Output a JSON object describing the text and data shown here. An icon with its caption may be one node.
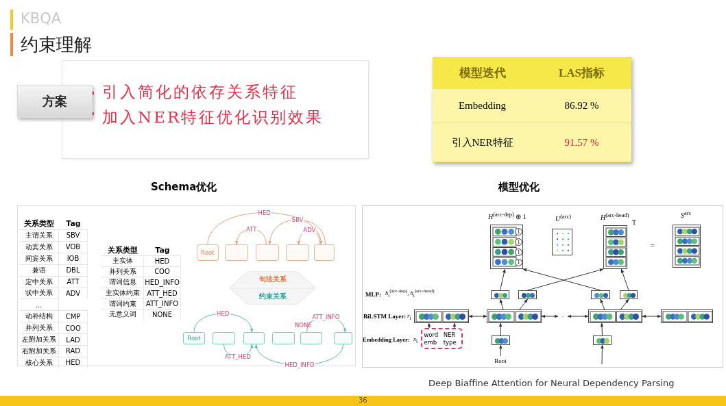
{
  "diagram": {
    "title": "约束理解",
    "nodes": [
      {
        "text": [
          "方案"
        ]
      },
      {
        "text": [
          "引入简化的依存关系特征",
          "加入NER特征优化识别效果"
        ]
      },
      {
        "text": [
          "Root"
        ]
      },
      {
        "text": [],
        "shape": "box"
      },
      {
        "text": [],
        "shape": "box"
      },
      {
        "text": [],
        "shape": "box"
      },
      {
        "text": [],
        "shape": "box"
      },
      {
        "text": [
          "句法关系"
        ]
      },
      {
        "text": [
          "约束关系"
        ]
      },
      {
        "text": [
          "Root"
        ]
      },
      {
        "text": [],
        "shape": "box"
      },
      {
        "text": [],
        "shape": "box"
      },
      {
        "text": [],
        "shape": "box"
      },
      {
        "text": [],
        "shape": "box"
      },
      {
        "text": [],
        "shape": "box"
      },
      {
        "text": [],
        "shape": "box",
        "beside": [
          "*H*$^{(arc-dep)}$ ⊕ 1"
        ]
      },
      {
        "text": [],
        "shape": "box",
        "beside": [
          "*U*$^{(arc)}$"
        ]
      },
      {
        "text": [],
        "shape": "box",
        "beside": [
          "*H*$^{(arc-head)}$",
          "T"
        ]
      },
      {
        "text": [],
        "shape": "box",
        "beside": [
          "*S*$^{arc}$"
        ]
      },
      {
        "text": [],
        "shape": "box"
      },
      {
        "text": [],
        "shape": "box"
      },
      {
        "text": [],
        "shape": "box"
      },
      {
        "text": [],
        "shape": "box"
      },
      {
        "text": [],
        "shape": "box"
      },
      {
        "text": [],
        "shape": "box"
      },
      {
        "text": [
          "·"
        ]
      },
      {
        "text": [],
        "shape": "box"
      },
      {
        "text": [],
        "shape": "box"
      },
      {
        "text": [
          "word emb",
          "NER type"
        ]
      },
      {
        "text": [],
        "shape": "box"
      },
      {
        "text": [],
        "shape": "box"
      },
      {
        "text": [
          "Root"
        ]
      }
    ],
    "edges": [
      {
        "from": 2,
        "to": 6,
        "arrow": "to",
        "label": "HED",
        "color": "#e4a07c"
      },
      {
        "from": 4,
        "to": 3,
        "arrow": "to",
        "label": "ATT",
        "color": "#e4a07c"
      },
      {
        "from": 6,
        "to": 4,
        "arrow": "to",
        "label": "SBV",
        "color": "#e4a07c"
      },
      {
        "from": 6,
        "to": 5,
        "arrow": "to",
        "label": "ADV",
        "color": "#e4a07c"
      },
      {
        "from": 9,
        "to": 11,
        "arrow": "to",
        "label": "HED",
        "color": "#5fb8a8"
      },
      {
        "from": 10,
        "to": 11,
        "arrow": "to",
        "label": "ATT_HED",
        "color": "#5fb8a8"
      },
      {
        "from": 14,
        "to": 11,
        "arrow": "to",
        "label": "HED_INFO",
        "color": "#5fb8a8"
      },
      {
        "from": 13,
        "to": 14,
        "arrow": "to",
        "label": "ATT_INFO",
        "color": "#5fb8a8"
      },
      {
        "from": 28,
        "to": 23,
        "arrow": "to"
      },
      {
        "from": 28,
        "to": 23,
        "arrow": "to"
      },
      {
        "from": 31,
        "to": 29,
        "arrow": "to"
      },
      {
        "from": 29,
        "to": 24,
        "arrow": "to"
      },
      {
        "from": null,
        "to": 30,
        "arrow": "to"
      },
      {
        "from": 30,
        "to": 26,
        "arrow": "to"
      },
      {
        "from": 23,
        "to": 24,
        "arrow": "both"
      },
      {
        "from": 24,
        "to": 25,
        "arrow": "both"
      },
      {
        "from": 25,
        "to": 26,
        "arrow": "both"
      },
      {
        "from": 26,
        "to": 27,
        "arrow": "both"
      },
      {
        "from": 24,
        "to": 19,
        "arrow": "to"
      },
      {
        "from": 24,
        "to": 20,
        "arrow": "to"
      },
      {
        "from": 26,
        "to": 21,
        "arrow": "to"
      },
      {
        "from": 26,
        "to": 22,
        "arrow": "to"
      },
      {
        "from": 19,
        "to": 15,
        "arrow": "to"
      },
      {
        "from": 20,
        "to": 17,
        "arrow": "to"
      },
      {
        "from": 21,
        "to": 15,
        "arrow": "to"
      },
      {
        "from": 22,
        "to": 17,
        "arrow": "to"
      }
    ],
    "labels": [
      "KBQA",
      "Schema优化",
      "模型优化",
      "模型迭代",
      "LAS指标",
      "Embedding",
      "86.92 %",
      "引入NER特征",
      "91.57 %",
      "关系类型",
      "Tag",
      "主谓关系",
      "SBV",
      "动宾关系",
      "VOB",
      "间宾关系",
      "IOB",
      "兼语",
      "DBL",
      "定中关系",
      "ATT",
      "状中关系",
      "ADV",
      "...",
      "动补结构",
      "CMP",
      "并列关系",
      "COO",
      "左附加关系",
      "LAD",
      "右附加关系",
      "RAD",
      "核心关系",
      "HED",
      "关系类型",
      "Tag",
      "主实体",
      "HED",
      "并列关系",
      "COO",
      "谓词信息",
      "HED_INFO",
      "主实体约束",
      "ATT_HED",
      "谓词约束",
      "ATT_INFO",
      "无意义词",
      "NONE",
      "NONE",
      "MLP:",
      "*h*$_{i}$$^{(arc-dep)}$, *h*$_{i}$$^{(arc-head)}$",
      "BiLSTM Layer:",
      "*r*$_{i}$",
      "Embedding Layer:",
      "*x*$_{i}$",
      "1",
      "1",
      "1",
      "1",
      "=",
      "Deep Biaffine Attention for Neural Dependency Parsing",
      "36"
    ]
  }
}
